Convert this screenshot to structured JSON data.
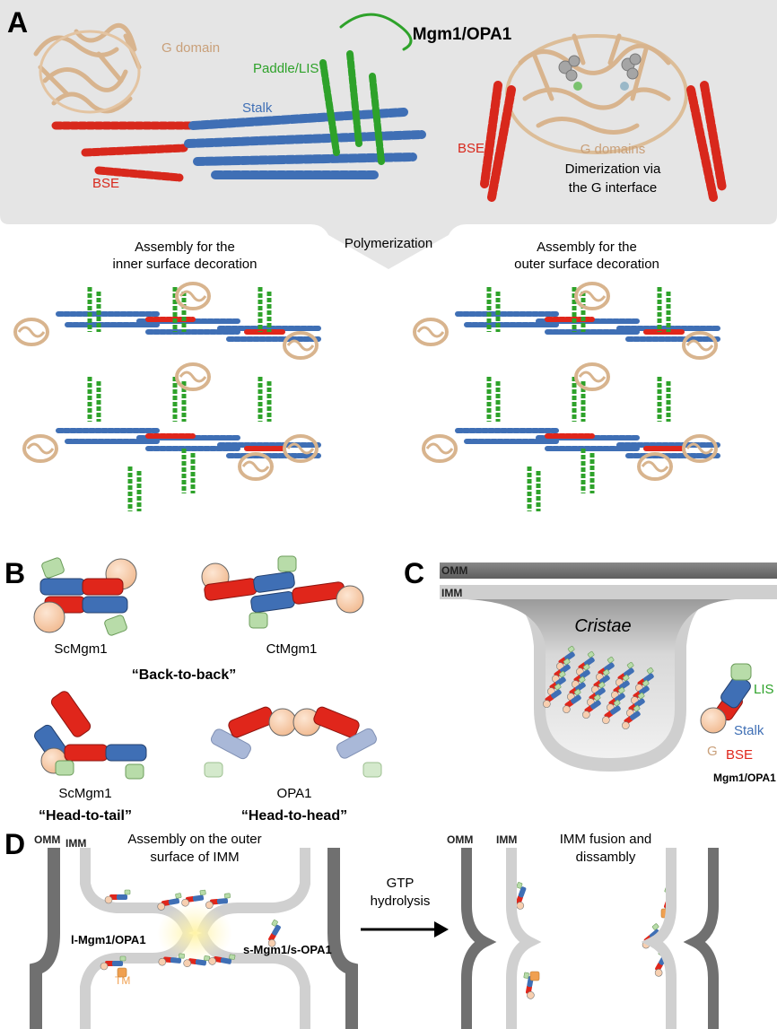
{
  "panels": {
    "a": {
      "letter": "A",
      "title": "Mgm1/OPA1",
      "monomer_labels": {
        "g_domain": "G domain",
        "paddle": "Paddle/LIS",
        "stalk": "Stalk",
        "bse": "BSE"
      },
      "dimer_labels": {
        "bse": "BSE",
        "g_domains": "G domains",
        "dimerization_line1": "Dimerization via",
        "dimerization_line2": "the G interface"
      },
      "arrow_label": "Polymerization",
      "inner_title_line1": "Assembly for the",
      "inner_title_line2": "inner surface decoration",
      "outer_title_line1": "Assembly for the",
      "outer_title_line2": "outer surface decoration"
    },
    "b": {
      "letter": "B",
      "dimer1_name": "ScMgm1",
      "dimer2_name": "CtMgm1",
      "mode1": "“Back-to-back”",
      "dimer3_name": "ScMgm1",
      "mode2": "“Head-to-tail”",
      "dimer4_name": "OPA1",
      "mode3": "“Head-to-head”"
    },
    "c": {
      "letter": "C",
      "omm": "OMM",
      "imm": "IMM",
      "cristae": "Cristae",
      "legend": {
        "lis": "LIS",
        "stalk": "Stalk",
        "g": "G",
        "bse": "BSE",
        "name": "Mgm1/OPA1"
      }
    },
    "d": {
      "letter": "D",
      "omm_left": "OMM",
      "imm_left": "IMM",
      "left_title_line1": "Assembly on the outer",
      "left_title_line2": "surface of IMM",
      "l_form": "l-Mgm1/OPA1",
      "tm": "TM",
      "s_form": "s-Mgm1/s-OPA1",
      "arrow_line1": "GTP",
      "arrow_line2": "hydrolysis",
      "omm_right": "OMM",
      "imm_right": "IMM",
      "right_title_line1": "IMM fusion and",
      "right_title_line2": "dissambly"
    }
  },
  "colors": {
    "g_domain": "#e8c9a8",
    "g_ball": "#f7cfb0",
    "stalk": "#3f6fb5",
    "stalk_light": "#a9b8d8",
    "bse": "#e0261b",
    "paddle": "#2ea22a",
    "paddle_light": "#b8dca9",
    "tm": "#f0a050",
    "membrane_omm": "#707070",
    "membrane_imm": "#d0d0d0",
    "panel_gray": "#e5e5e5"
  }
}
